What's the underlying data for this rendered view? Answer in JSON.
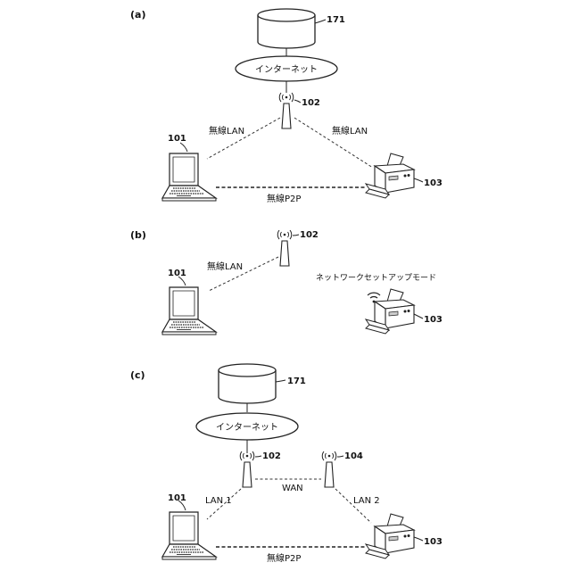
{
  "panels": [
    {
      "label": "(a)",
      "server_ref": "171",
      "internet_label": "インターネット",
      "ap_ref": "102",
      "laptop_ref": "101",
      "printer_ref": "103",
      "link_left": "無線LAN",
      "link_right": "無線LAN",
      "link_p2p": "無線P2P"
    },
    {
      "label": "(b)",
      "ap_ref": "102",
      "laptop_ref": "101",
      "printer_ref": "103",
      "link_left": "無線LAN",
      "mode_label": "ネットワークセットアップモード"
    },
    {
      "label": "(c)",
      "server_ref": "171",
      "internet_label": "インターネット",
      "ap_ref": "102",
      "ap2_ref": "104",
      "laptop_ref": "101",
      "printer_ref": "103",
      "link_left": "LAN 1",
      "link_right": "LAN 2",
      "link_wan": "WAN",
      "link_p2p": "無線P2P"
    }
  ]
}
